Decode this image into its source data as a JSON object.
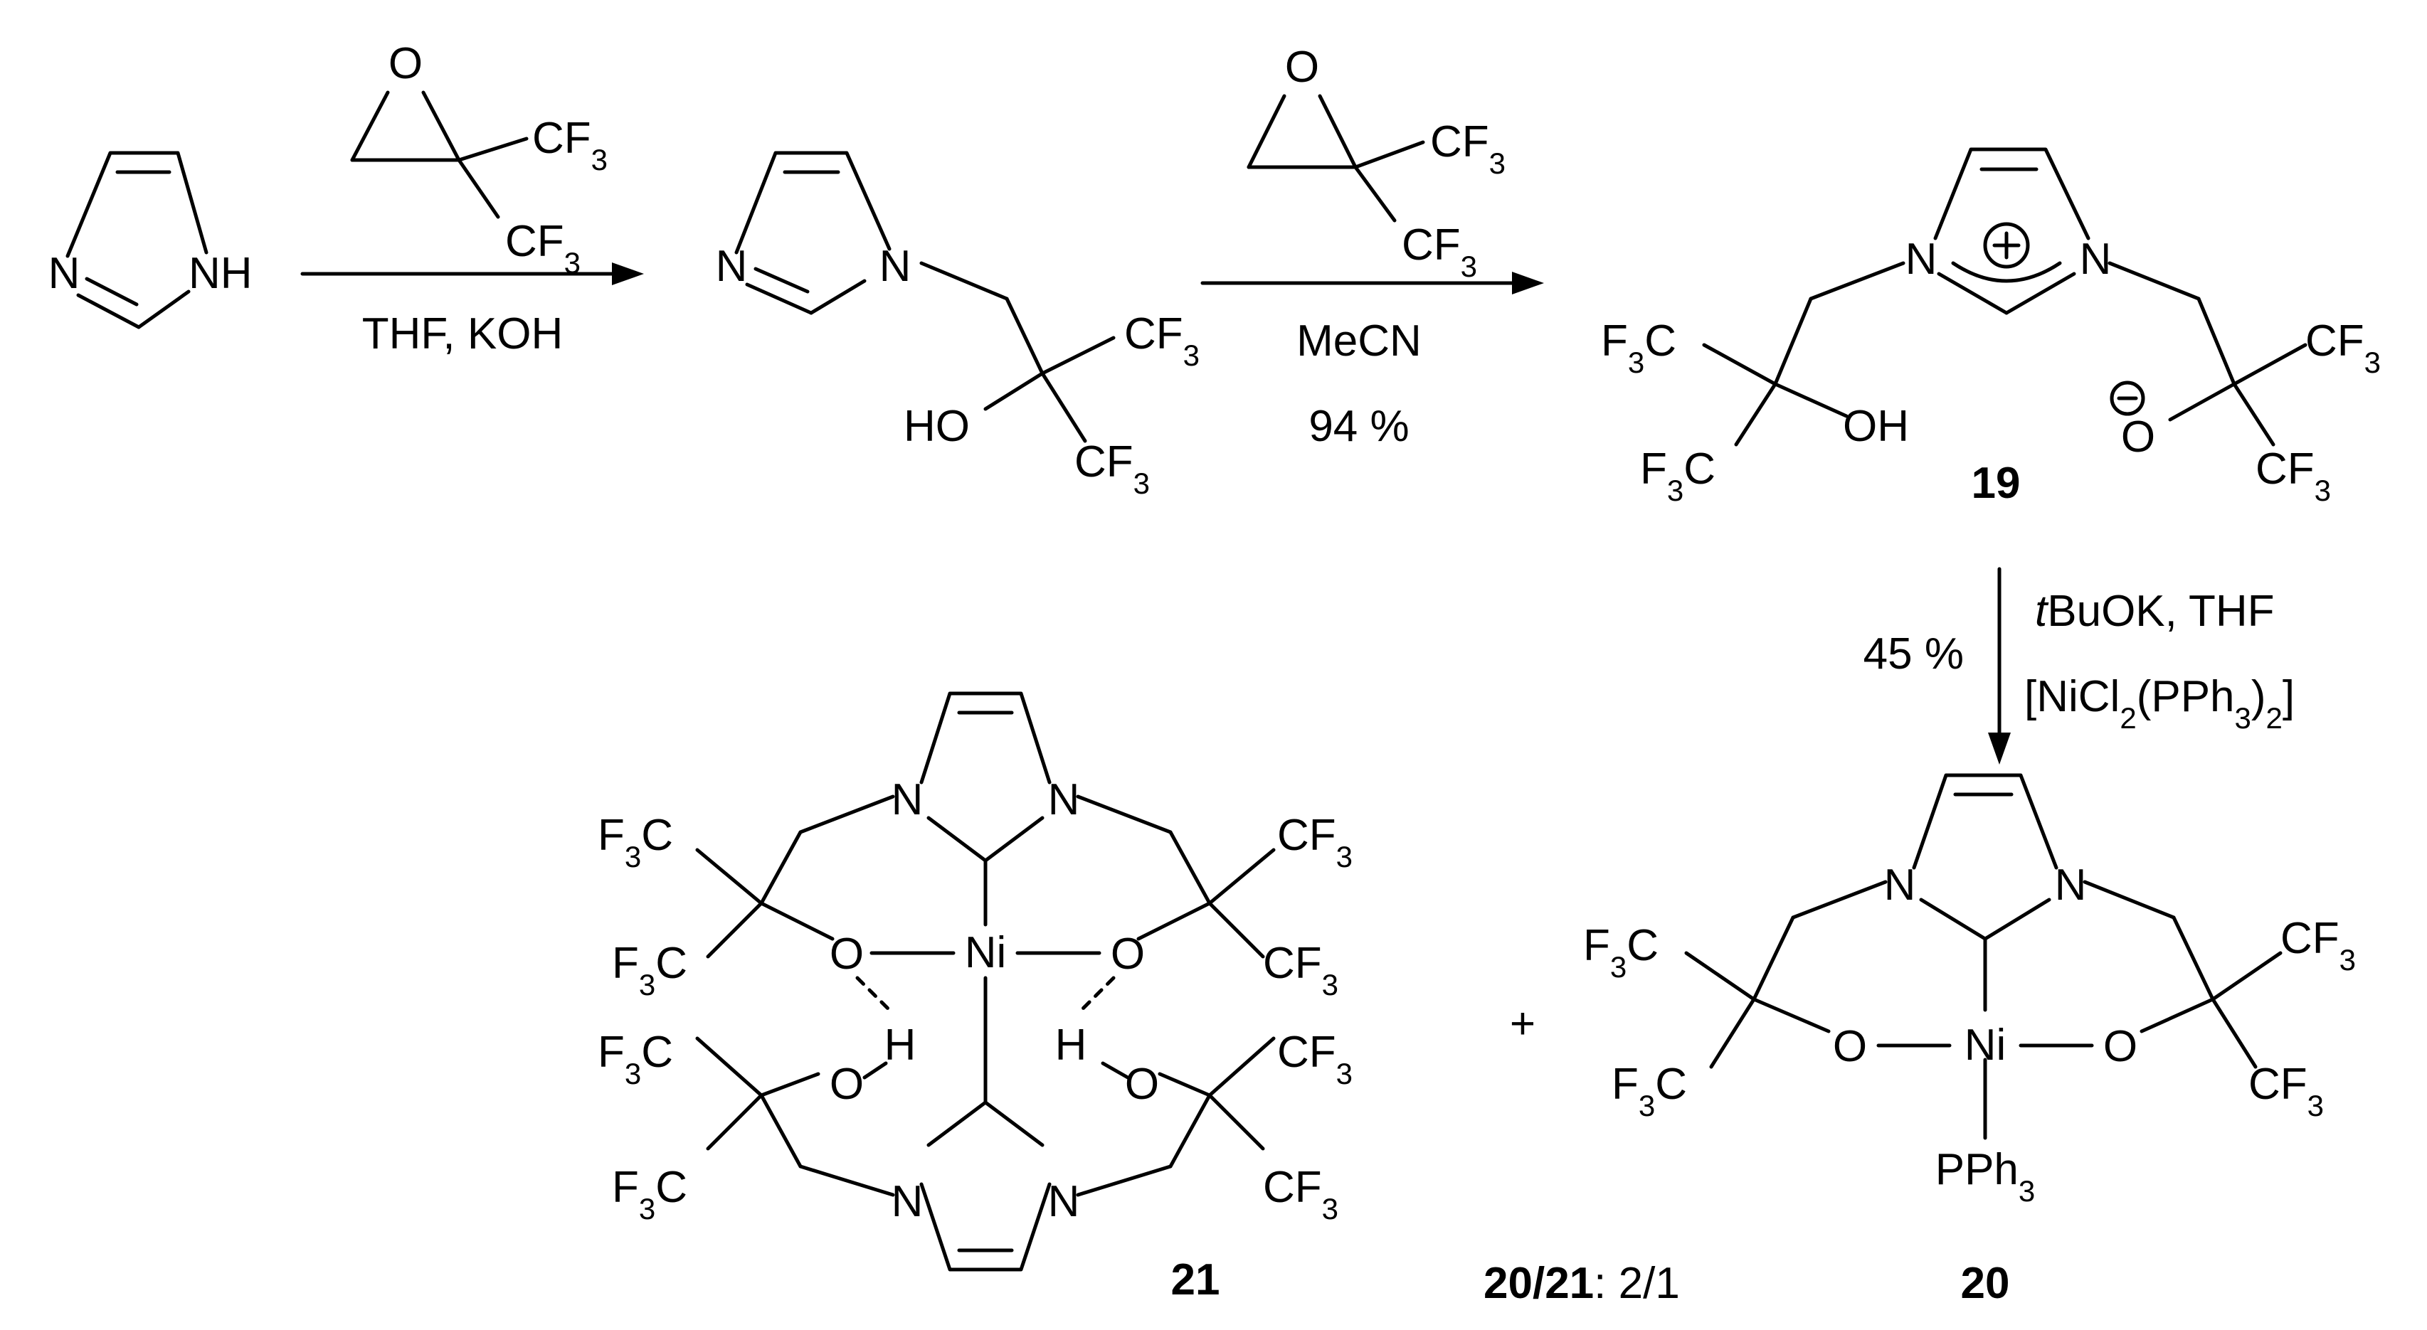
{
  "labels": {
    "nh": "NH",
    "n": "N",
    "o": "O",
    "h": "H",
    "oh": "OH",
    "ho": "HO",
    "ni": "Ni",
    "pph3": "PPh3",
    "plus_sign": "+",
    "cf3": "CF3",
    "f3c": "F3C"
  },
  "conditions": {
    "step1": "THF, KOH",
    "step2_solvent": "MeCN",
    "step2_yield": "94 %",
    "step3_yield": "45 %",
    "step3_base": "tBuOK, THF",
    "step3_catalyst": "[NiCl2(PPh3)2]"
  },
  "compounds": {
    "c19": "19",
    "c20": "20",
    "c21": "21",
    "ratio_label": "20/21",
    "ratio_value": ": 2/1"
  }
}
